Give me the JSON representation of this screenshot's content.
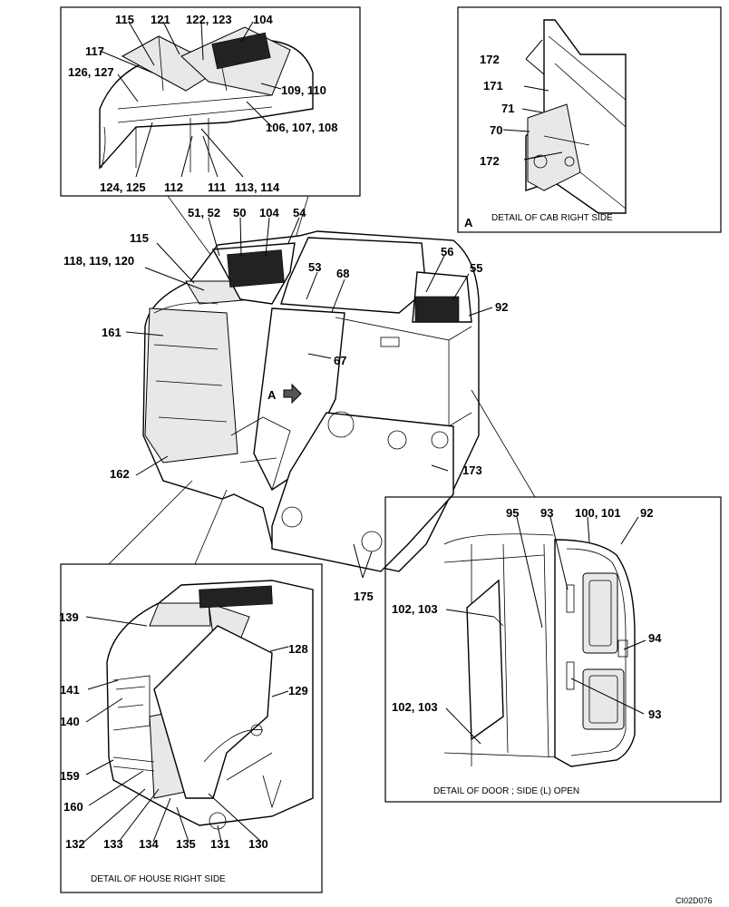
{
  "captions": {
    "detail_a": "DETAIL OF CAB RIGHT SIDE",
    "detail_a_letter": "A",
    "detail_door": "DETAIL OF DOOR ; SIDE (L) OPEN",
    "detail_house": "DETAIL OF HOUSE RIGHT SIDE",
    "view_arrow_letter": "A",
    "drawing_code": "CI02D076"
  },
  "top_detail_labels": {
    "l115": "115",
    "l121": "121",
    "l122_123": "122, 123",
    "l104": "104",
    "l117": "117",
    "l126_127": "126, 127",
    "l109_110": "109, 110",
    "l106_107_108": "106, 107, 108",
    "l124_125": "124, 125",
    "l112": "112",
    "l111": "111",
    "l113_114": "113, 114"
  },
  "cab_detail_labels": {
    "l172a": "172",
    "l171": "171",
    "l71": "71",
    "l70": "70",
    "l172b": "172"
  },
  "main_labels": {
    "l51_52": "51, 52",
    "l50": "50",
    "l104": "104",
    "l54": "54",
    "l115": "115",
    "l118_119_120": "118, 119, 120",
    "l53": "53",
    "l68": "68",
    "l56": "56",
    "l55": "55",
    "l92": "92",
    "l161": "161",
    "l67": "67",
    "l162": "162",
    "l173": "173",
    "l175": "175"
  },
  "door_detail_labels": {
    "l95": "95",
    "l93a": "93",
    "l100_101": "100, 101",
    "l92": "92",
    "l102_103a": "102, 103",
    "l94": "94",
    "l93b": "93",
    "l102_103b": "102, 103"
  },
  "house_detail_labels": {
    "l139": "139",
    "l128": "128",
    "l141": "141",
    "l129": "129",
    "l140": "140",
    "l159": "159",
    "l160": "160",
    "l132": "132",
    "l133": "133",
    "l134": "134",
    "l135": "135",
    "l131": "131",
    "l130": "130"
  }
}
